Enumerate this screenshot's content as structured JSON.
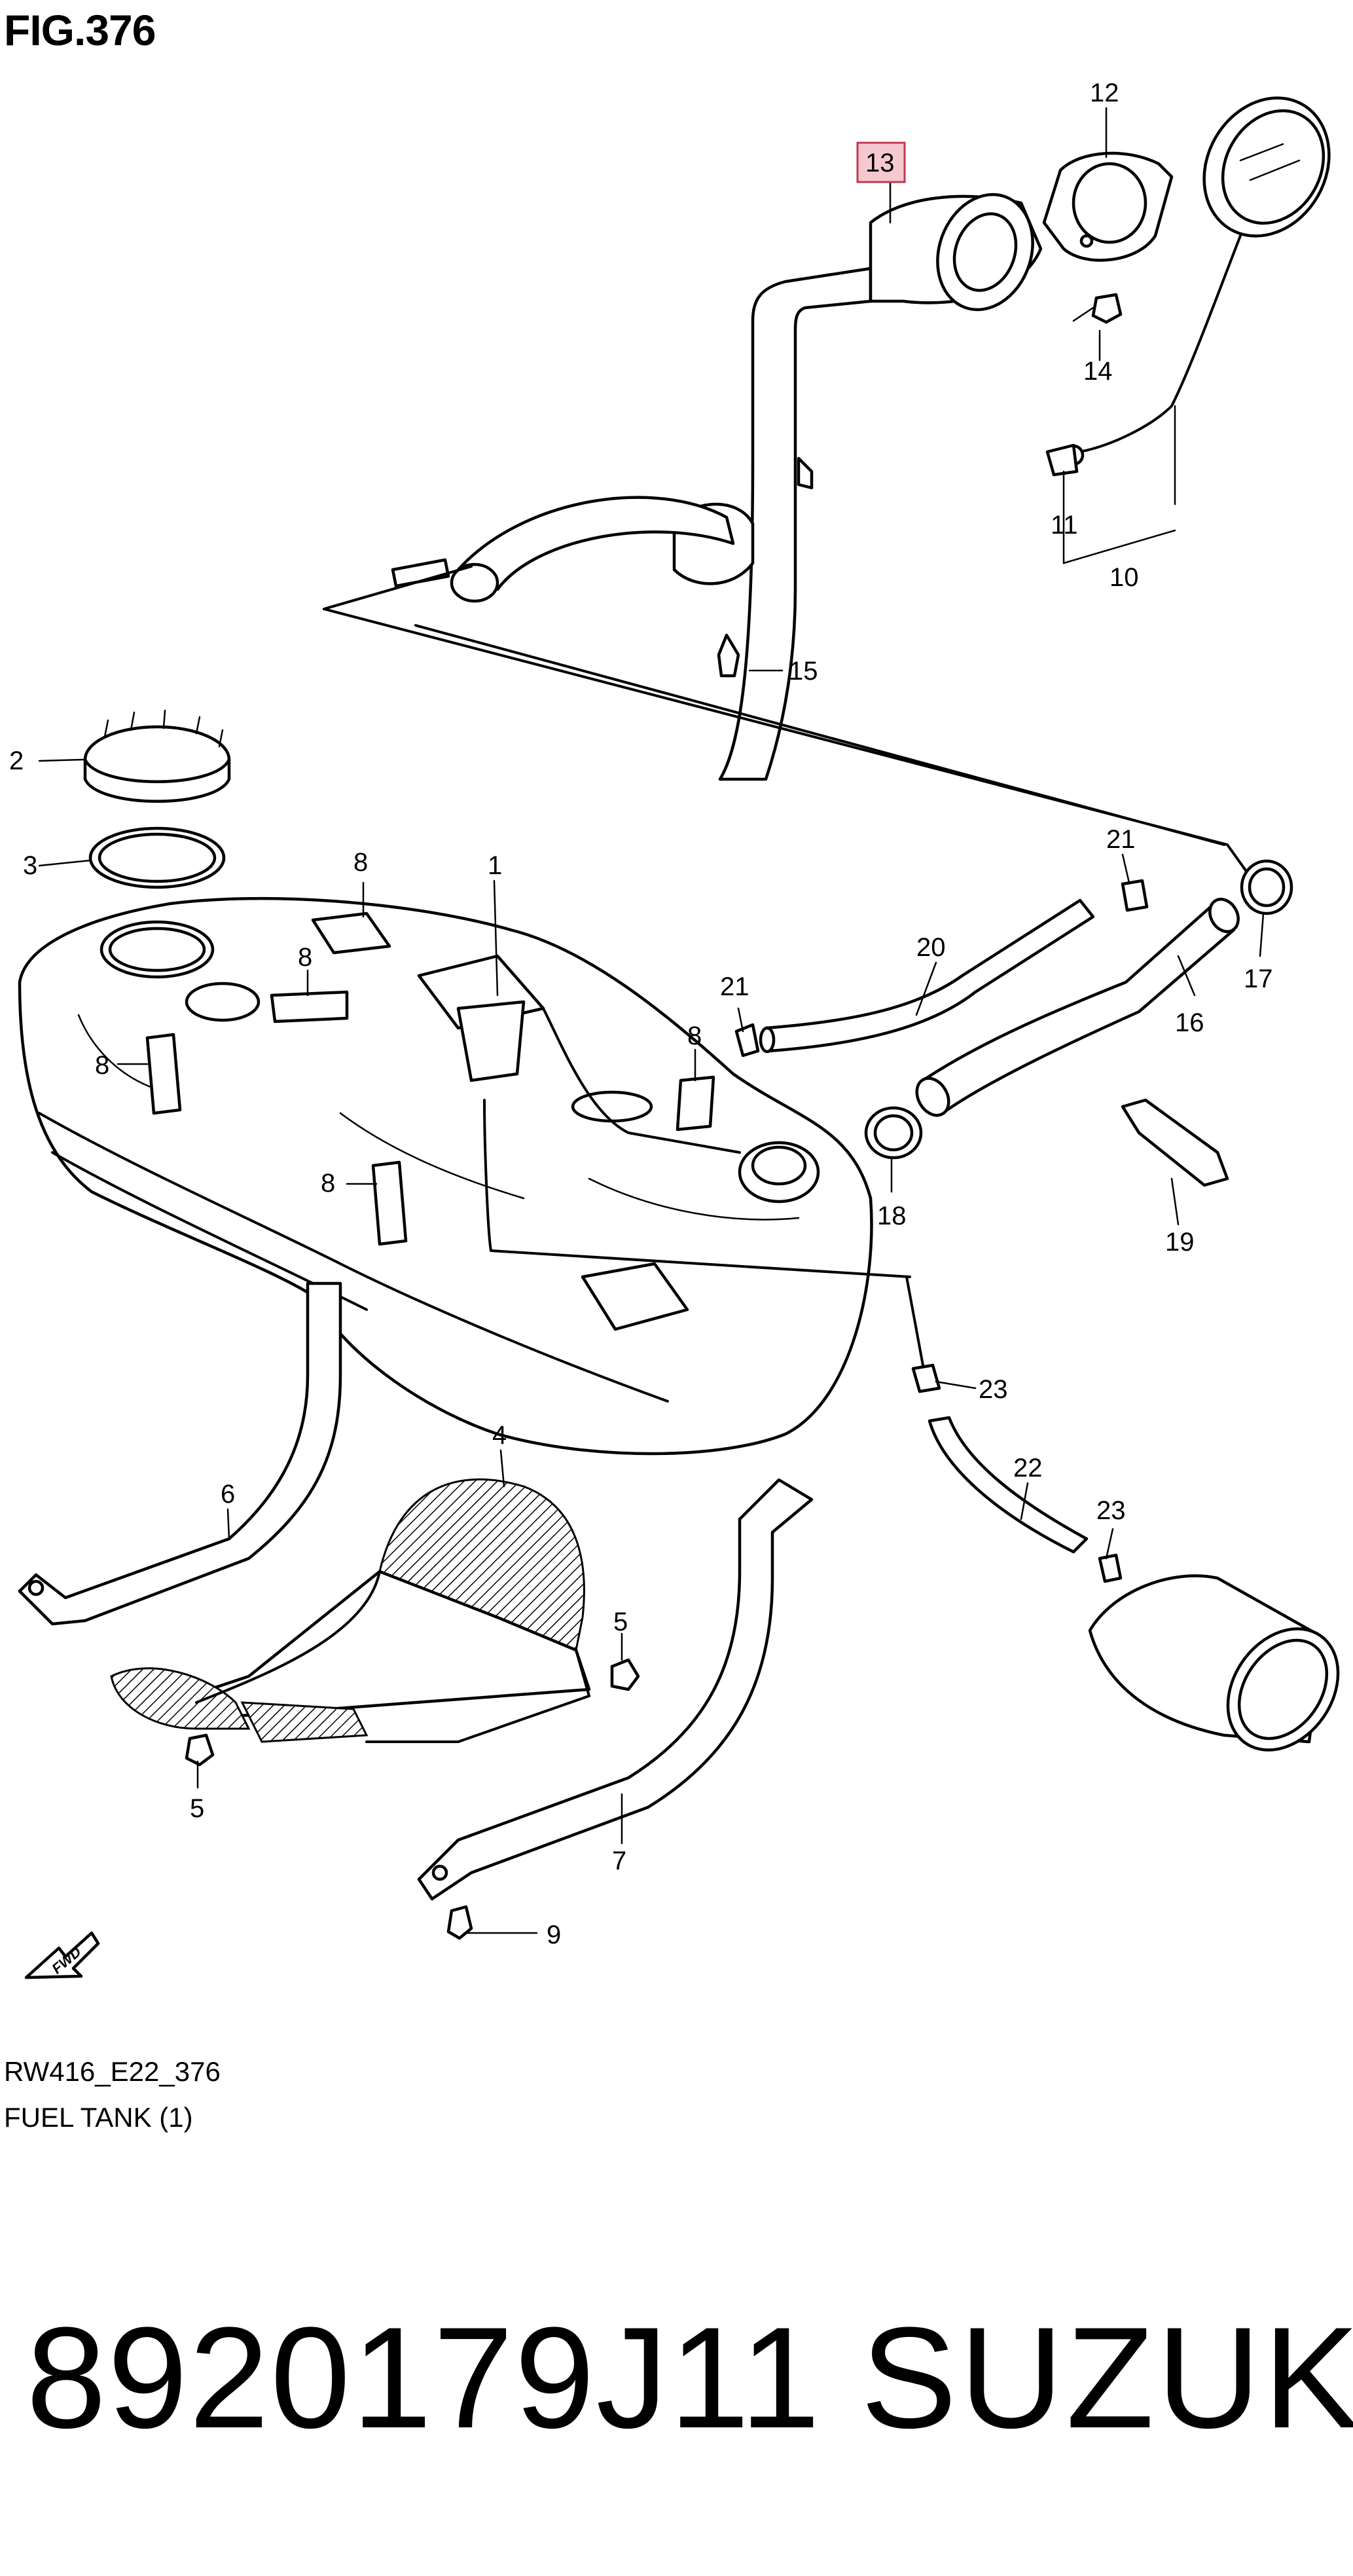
{
  "figure": {
    "title": "FIG.376",
    "code": "RW416_E22_376",
    "name": "FUEL TANK (1)"
  },
  "highlighted_callout": "13",
  "callouts": [
    {
      "id": "c1",
      "text": "1"
    },
    {
      "id": "c2",
      "text": "2"
    },
    {
      "id": "c3",
      "text": "3"
    },
    {
      "id": "c4",
      "text": "4"
    },
    {
      "id": "c5a",
      "text": "5"
    },
    {
      "id": "c5b",
      "text": "5"
    },
    {
      "id": "c6",
      "text": "6"
    },
    {
      "id": "c7",
      "text": "7"
    },
    {
      "id": "c8a",
      "text": "8"
    },
    {
      "id": "c8b",
      "text": "8"
    },
    {
      "id": "c8c",
      "text": "8"
    },
    {
      "id": "c8d",
      "text": "8"
    },
    {
      "id": "c8e",
      "text": "8"
    },
    {
      "id": "c9",
      "text": "9"
    },
    {
      "id": "c10",
      "text": "10"
    },
    {
      "id": "c11",
      "text": "11"
    },
    {
      "id": "c12",
      "text": "12"
    },
    {
      "id": "c13",
      "text": "13"
    },
    {
      "id": "c14",
      "text": "14"
    },
    {
      "id": "c15",
      "text": "15"
    },
    {
      "id": "c16",
      "text": "16"
    },
    {
      "id": "c17",
      "text": "17"
    },
    {
      "id": "c18",
      "text": "18"
    },
    {
      "id": "c19",
      "text": "19"
    },
    {
      "id": "c20",
      "text": "20"
    },
    {
      "id": "c21a",
      "text": "21"
    },
    {
      "id": "c21b",
      "text": "21"
    },
    {
      "id": "c22",
      "text": "22"
    },
    {
      "id": "c23a",
      "text": "23"
    },
    {
      "id": "c23b",
      "text": "23"
    }
  ],
  "fwd_label": "FWD",
  "part_number": "8920179J11",
  "brand": "SUZUKI",
  "colors": {
    "highlight_fill": "#f6c9d0",
    "highlight_stroke": "#c0394f",
    "line": "#000000",
    "background": "#ffffff"
  }
}
